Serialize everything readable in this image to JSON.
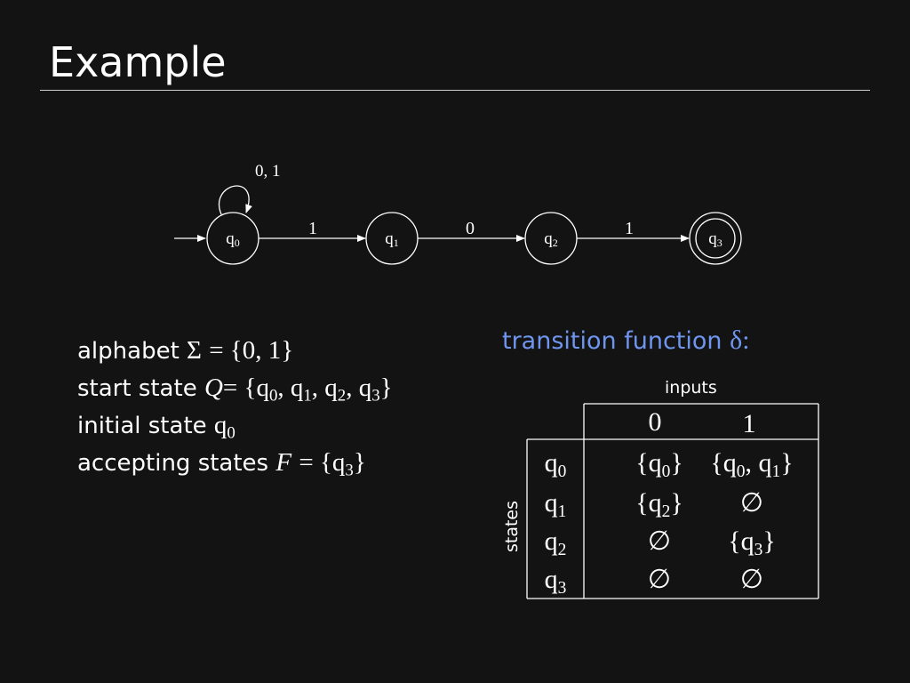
{
  "slide": {
    "title": "Example"
  },
  "diagram": {
    "states": [
      "q0",
      "q1",
      "q2",
      "q3"
    ],
    "start_state": "q0",
    "accepting_states": [
      "q3"
    ],
    "edges": [
      {
        "from": "q0",
        "to": "q0",
        "label": "0, 1"
      },
      {
        "from": "q0",
        "to": "q1",
        "label": "1"
      },
      {
        "from": "q1",
        "to": "q2",
        "label": "0"
      },
      {
        "from": "q2",
        "to": "q3",
        "label": "1"
      }
    ]
  },
  "definitions": {
    "alphabet_label": "alphabet",
    "alphabet_symbol": "Σ",
    "alphabet_value": "= {0, 1}",
    "start_label": "start state",
    "start_symbol": "Q",
    "start_open": "= {",
    "start_close": "}",
    "initial_label": "initial state",
    "accepting_label": "accepting states",
    "accepting_symbol": "F",
    "accepting_open": "= {",
    "accepting_close": "}"
  },
  "transition_table": {
    "title_text": "transition function",
    "title_symbol": "δ:",
    "columns_label": "inputs",
    "rows_label": "states",
    "columns": [
      "0",
      "1"
    ],
    "rows": [
      {
        "state": "q0",
        "on0": "{q0}",
        "on1": "{q0, q1}"
      },
      {
        "state": "q1",
        "on0": "{q2}",
        "on1": "∅"
      },
      {
        "state": "q2",
        "on0": "∅",
        "on1": "{q3}"
      },
      {
        "state": "q3",
        "on0": "∅",
        "on1": "∅"
      }
    ]
  },
  "colors": {
    "background": "#131313",
    "text": "#ffffff",
    "accent": "#6f95ee"
  }
}
